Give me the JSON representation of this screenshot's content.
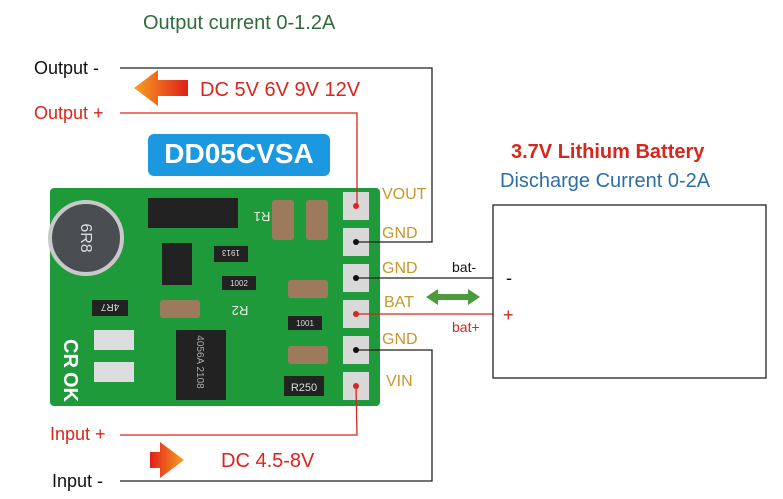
{
  "title": "Output current 0-1.2A",
  "output_minus": "Output -",
  "output_plus": "Output +",
  "output_voltage": "DC 5V 6V 9V 12V",
  "model": "DD05CVSA",
  "battery_title": "3.7V Lithium Battery",
  "battery_sub": "Discharge Current 0-2A",
  "bat_minus_label": "bat-",
  "bat_plus_label": "bat+",
  "bat_minus_sign": "-",
  "bat_plus_sign": "+",
  "pins": [
    "VOUT",
    "GND",
    "GND",
    "BAT",
    "GND",
    "VIN"
  ],
  "input_plus": "Input +",
  "input_minus": "Input -",
  "input_voltage": "DC 4.5-8V",
  "board_marks": {
    "inductor": "6R8",
    "chip": "4056A 2108",
    "r1": "R1",
    "r2": "R2",
    "res1": "1913",
    "res2": "1002",
    "res3": "1001",
    "res4": "R250",
    "res5": "4R7",
    "led_cr": "CR",
    "led_ok": "OK"
  },
  "colors": {
    "title": "#2f6b3c",
    "red": "#d8261c",
    "badge": "#1b98e0",
    "pin_label": "#c8962a",
    "pcb": "#1f9a3a",
    "blue_text": "#2d6ea8",
    "arrow_green": "#4a9b3a"
  }
}
